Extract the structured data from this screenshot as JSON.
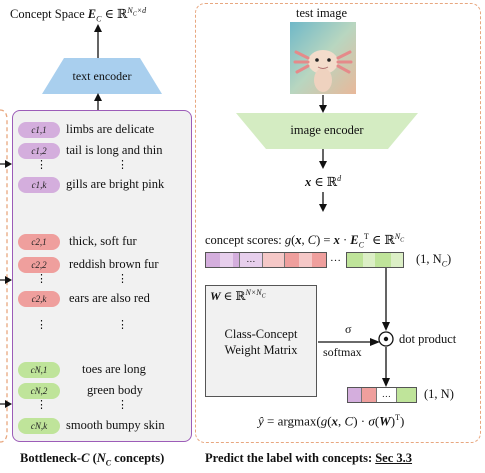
{
  "left": {
    "concept_space": {
      "prefix": "Concept Space ",
      "sym": "E",
      "sub": "C",
      "mid": " ∈ ℝ",
      "sup_a": "N",
      "sup_a_sub": "C",
      "sup_b": "×d"
    },
    "text_encoder": "text encoder",
    "groups": [
      {
        "color": "purple",
        "items": [
          {
            "pill": "c1,1",
            "text": "limbs are delicate"
          },
          {
            "pill": "c1,2",
            "text": "tail is long and thin"
          },
          {
            "pill": "c1,k",
            "text": "gills are bright pink"
          }
        ]
      },
      {
        "color": "red",
        "items": [
          {
            "pill": "c2,1",
            "text": "thick, soft fur"
          },
          {
            "pill": "c2,2",
            "text": "reddish brown fur"
          },
          {
            "pill": "c2,k",
            "text": "ears are also red"
          }
        ]
      },
      {
        "color": "green",
        "items": [
          {
            "pill": "cN,1",
            "text": "toes are long"
          },
          {
            "pill": "cN,2",
            "text": "green body"
          },
          {
            "pill": "cN,k",
            "text": "smooth bumpy skin"
          }
        ]
      }
    ],
    "vdots": "⋮",
    "caption_pre": "Bottleneck-",
    "caption_sym": "C",
    "caption_post_a": " (",
    "caption_N": "N",
    "caption_Nsub": "C",
    "caption_post_b": " concepts)"
  },
  "right": {
    "test_image_label": "test image",
    "image_encoder": "image encoder",
    "x_in": {
      "x": "x",
      "mid": " ∈ ℝ",
      "sup": "d"
    },
    "scores": {
      "a": "concept scores: ",
      "g": "g",
      "args": "(x, C) = ",
      "x": "x",
      "dot": " · ",
      "E": "E",
      "Esub": "C",
      "T": "T",
      "in": " ∈ ℝ",
      "sup": "N",
      "supsub": "C"
    },
    "score_shape": "(1, N",
    "score_shape_sub": "C",
    "score_shape_end": ")",
    "ellipsis": "…",
    "weight_label": {
      "W": "W",
      "in": " ∈ ℝ",
      "sup": "N×N",
      "supsub": "C"
    },
    "weight_name": [
      "Class-Concept",
      "Weight Matrix"
    ],
    "sigma": "σ",
    "softmax": "softmax",
    "dot_product": "dot product",
    "out_shape": "(1, N)",
    "formula": {
      "yhat": "ŷ",
      "eq": " = argmax(",
      "g": "g",
      "args": "(x, C) · ",
      "sigma": "σ",
      "W": "W",
      "end": ")",
      "T": "T",
      "close": ")"
    },
    "caption_a": "Predict the label with concepts: ",
    "caption_b": "Sec 3.3"
  },
  "colors": {
    "purple": "#d4aedd",
    "red": "#ef9f9d",
    "green": "#bfe49a",
    "text_encoder": "#a9cfee",
    "image_encoder": "#d4ecc2",
    "dashed": "#e8a77f",
    "panel_border": "#9c5cb8"
  }
}
